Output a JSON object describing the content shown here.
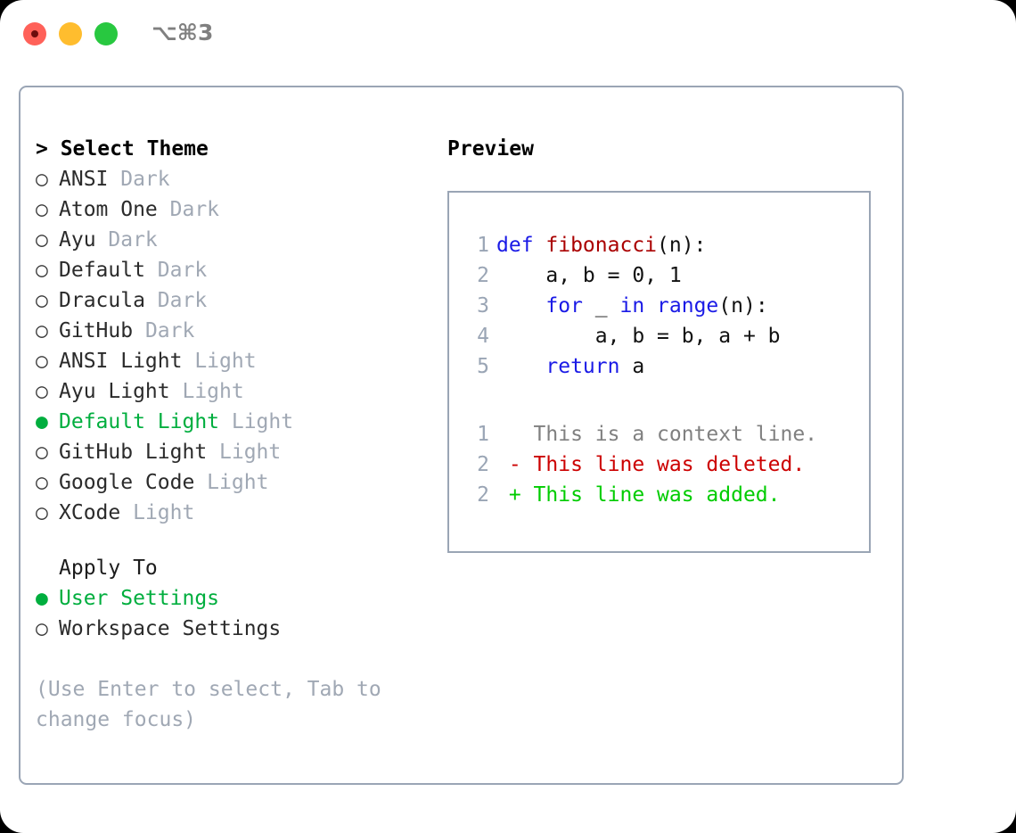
{
  "titlebar": {
    "shortcut": "⌥⌘3",
    "buttons": [
      "close",
      "minimize",
      "maximize"
    ]
  },
  "theme_picker": {
    "heading": "> Select Theme",
    "marker_selected": "●",
    "marker_unselected": "○",
    "selected_theme": "Default Light",
    "accent_color": "#00ae3e",
    "muted_color": "#a0a8b4",
    "items": [
      {
        "name": "ANSI",
        "category": "Dark",
        "selected": false
      },
      {
        "name": "Atom One",
        "category": "Dark",
        "selected": false
      },
      {
        "name": "Ayu",
        "category": "Dark",
        "selected": false
      },
      {
        "name": "Default",
        "category": "Dark",
        "selected": false
      },
      {
        "name": "Dracula",
        "category": "Dark",
        "selected": false
      },
      {
        "name": "GitHub",
        "category": "Dark",
        "selected": false
      },
      {
        "name": "ANSI Light",
        "category": "Light",
        "selected": false
      },
      {
        "name": "Ayu Light",
        "category": "Light",
        "selected": false
      },
      {
        "name": "Default Light",
        "category": "Light",
        "selected": true
      },
      {
        "name": "GitHub Light",
        "category": "Light",
        "selected": false
      },
      {
        "name": "Google Code",
        "category": "Light",
        "selected": false
      },
      {
        "name": "XCode",
        "category": "Light",
        "selected": false
      }
    ]
  },
  "apply_to": {
    "heading": "Apply To",
    "items": [
      {
        "label": "User Settings",
        "selected": true
      },
      {
        "label": "Workspace Settings",
        "selected": false
      }
    ]
  },
  "hint": "(Use Enter to select, Tab to change focus)",
  "preview": {
    "title": "Preview",
    "code": [
      {
        "num": "1",
        "tokens": [
          {
            "t": "def ",
            "c": "kw"
          },
          {
            "t": "fibonacci",
            "c": "fn"
          },
          {
            "t": "(n):",
            "c": "pl"
          }
        ]
      },
      {
        "num": "2",
        "tokens": [
          {
            "t": "    a, b = 0, 1",
            "c": "pl"
          }
        ]
      },
      {
        "num": "3",
        "tokens": [
          {
            "t": "    ",
            "c": "pl"
          },
          {
            "t": "for",
            "c": "kw"
          },
          {
            "t": " _ ",
            "c": "pl"
          },
          {
            "t": "in",
            "c": "kw"
          },
          {
            "t": " ",
            "c": "pl"
          },
          {
            "t": "range",
            "c": "kw"
          },
          {
            "t": "(n):",
            "c": "pl"
          }
        ]
      },
      {
        "num": "4",
        "tokens": [
          {
            "t": "        a, b = b, a + b",
            "c": "pl"
          }
        ]
      },
      {
        "num": "5",
        "tokens": [
          {
            "t": "    ",
            "c": "pl"
          },
          {
            "t": "return",
            "c": "kw"
          },
          {
            "t": " a",
            "c": "pl"
          }
        ]
      }
    ],
    "diff": [
      {
        "num": "1",
        "sign": " ",
        "text": " This is a context line.",
        "kind": "ctx"
      },
      {
        "num": "2",
        "sign": "-",
        "text": " This line was deleted.",
        "kind": "del"
      },
      {
        "num": "2",
        "sign": "+",
        "text": " This line was added.",
        "kind": "add"
      }
    ],
    "colors": {
      "keyword": "#1a1ae6",
      "function": "#aa0000",
      "plain": "#111111",
      "line_number": "#9aa5b5",
      "context": "#808080",
      "deleted": "#cc0000",
      "added": "#00cc00"
    }
  }
}
